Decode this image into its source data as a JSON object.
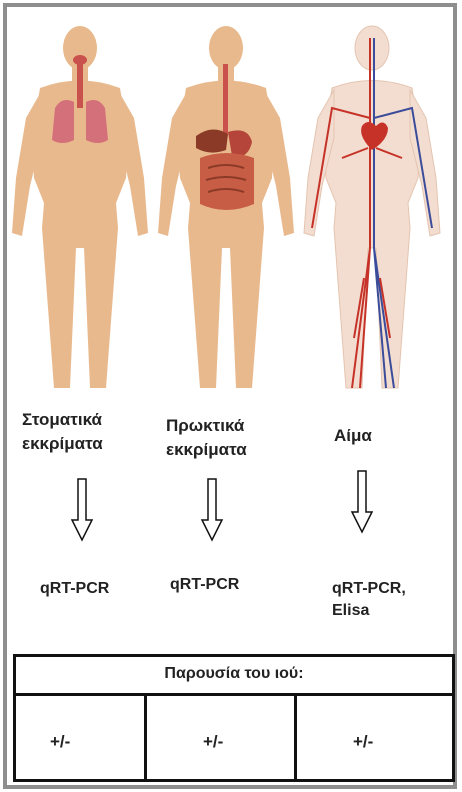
{
  "columns": [
    {
      "sample": "Στοματικά\nεκκρίματα",
      "method": "qRT-PCR"
    },
    {
      "sample": "Πρωκτικά\nεκκρίματα",
      "method": "qRT-PCR"
    },
    {
      "sample": "Αίμα",
      "method": "qRT-PCR,\nElisa"
    }
  ],
  "table": {
    "header": "Παρουσία του ιού:",
    "cells": [
      "+/-",
      "+/-",
      "+/-"
    ]
  },
  "colors": {
    "skin": "#e9b98e",
    "organ_red": "#c9524d",
    "artery": "#c63228",
    "vein": "#3b4c9a",
    "border": "#8e8e8e"
  }
}
